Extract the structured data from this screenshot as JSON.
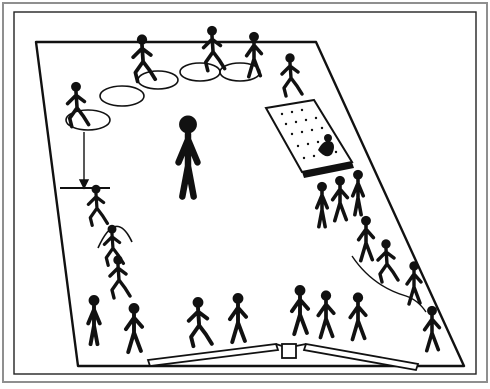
{
  "illustration": {
    "ink_color": "#111111",
    "paper_color": "#ffffff",
    "frame_color": "#9a9a9a"
  },
  "stations": [
    "hoop-jumping-run",
    "balance-step-over-bar",
    "forward-roll-mat",
    "leap-over-rope",
    "crawl-under",
    "mat-exercise",
    "line-walk-relay",
    "bench-walk"
  ]
}
